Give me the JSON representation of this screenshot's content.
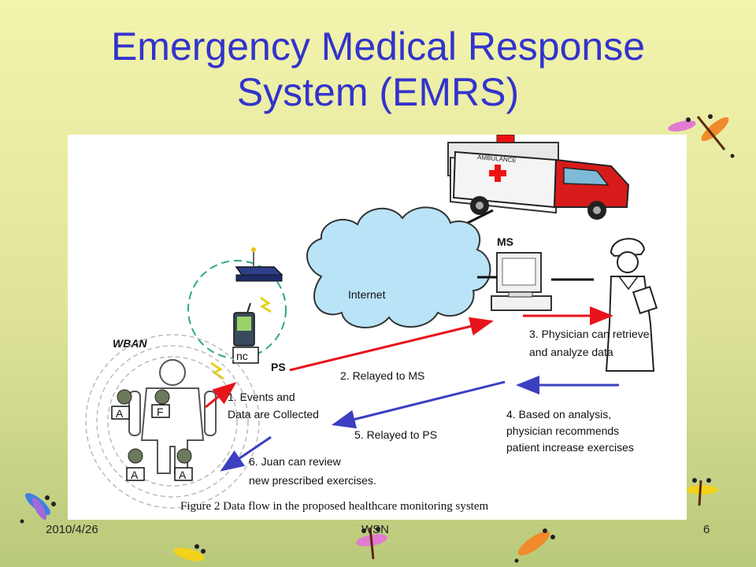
{
  "slide": {
    "title_line1": "Emergency Medical Response",
    "title_line2": "System (EMRS)"
  },
  "diagram": {
    "ambulance_text": "AMBULANCE",
    "internet": "Internet",
    "ms": "MS",
    "ps": "PS",
    "wban": "WBAN",
    "nc": "nc",
    "sensor_a": "A",
    "sensor_f": "F",
    "step1_line1": "1. Events and",
    "step1_line2": "Data are Collected",
    "step2": "2. Relayed to MS",
    "step3_line1": "3. Physician can retrieve",
    "step3_line2": "and analyze data",
    "step4_line1": "4. Based on analysis,",
    "step4_line2": "physician recommends",
    "step4_line3": "patient increase exercises",
    "step5": "5. Relayed to PS",
    "step6_line1": "6. Juan can review",
    "step6_line2": "new prescribed exercises.",
    "caption": "Figure 2 Data flow in the proposed healthcare monitoring system",
    "colors": {
      "arrow_red": "#e8141c",
      "arrow_blue": "#3b3fc0",
      "cloud": "#b9e3f7"
    }
  },
  "footer": {
    "date": "2010/4/26",
    "center": "WSN",
    "page": "6"
  },
  "decorations": [
    "dragonfly-icon"
  ]
}
